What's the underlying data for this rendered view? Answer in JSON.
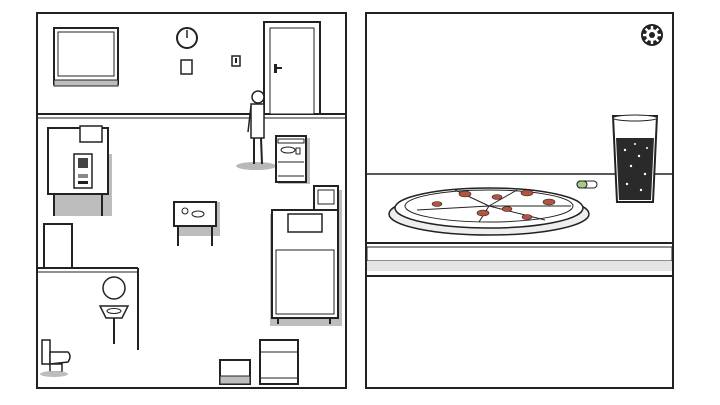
{
  "room": {
    "objects": [
      "window",
      "wall-clock",
      "wall-note",
      "light-switch",
      "door",
      "man",
      "desk",
      "cart",
      "side-table",
      "bed",
      "framed-picture",
      "cabinet",
      "sink",
      "toilet",
      "box-small",
      "box-large"
    ]
  },
  "table_view": {
    "items": [
      "pizza",
      "pill",
      "soda-glass"
    ],
    "pizza_slices": 6,
    "pepperoni_count": 8
  },
  "icons": {
    "settings": "gear-icon"
  },
  "colors": {
    "line": "#222222",
    "shadow": "#b8b8b8",
    "pepperoni": "#b5533f",
    "soda": "#2a2a2a",
    "pill_green": "#a9c98a"
  }
}
